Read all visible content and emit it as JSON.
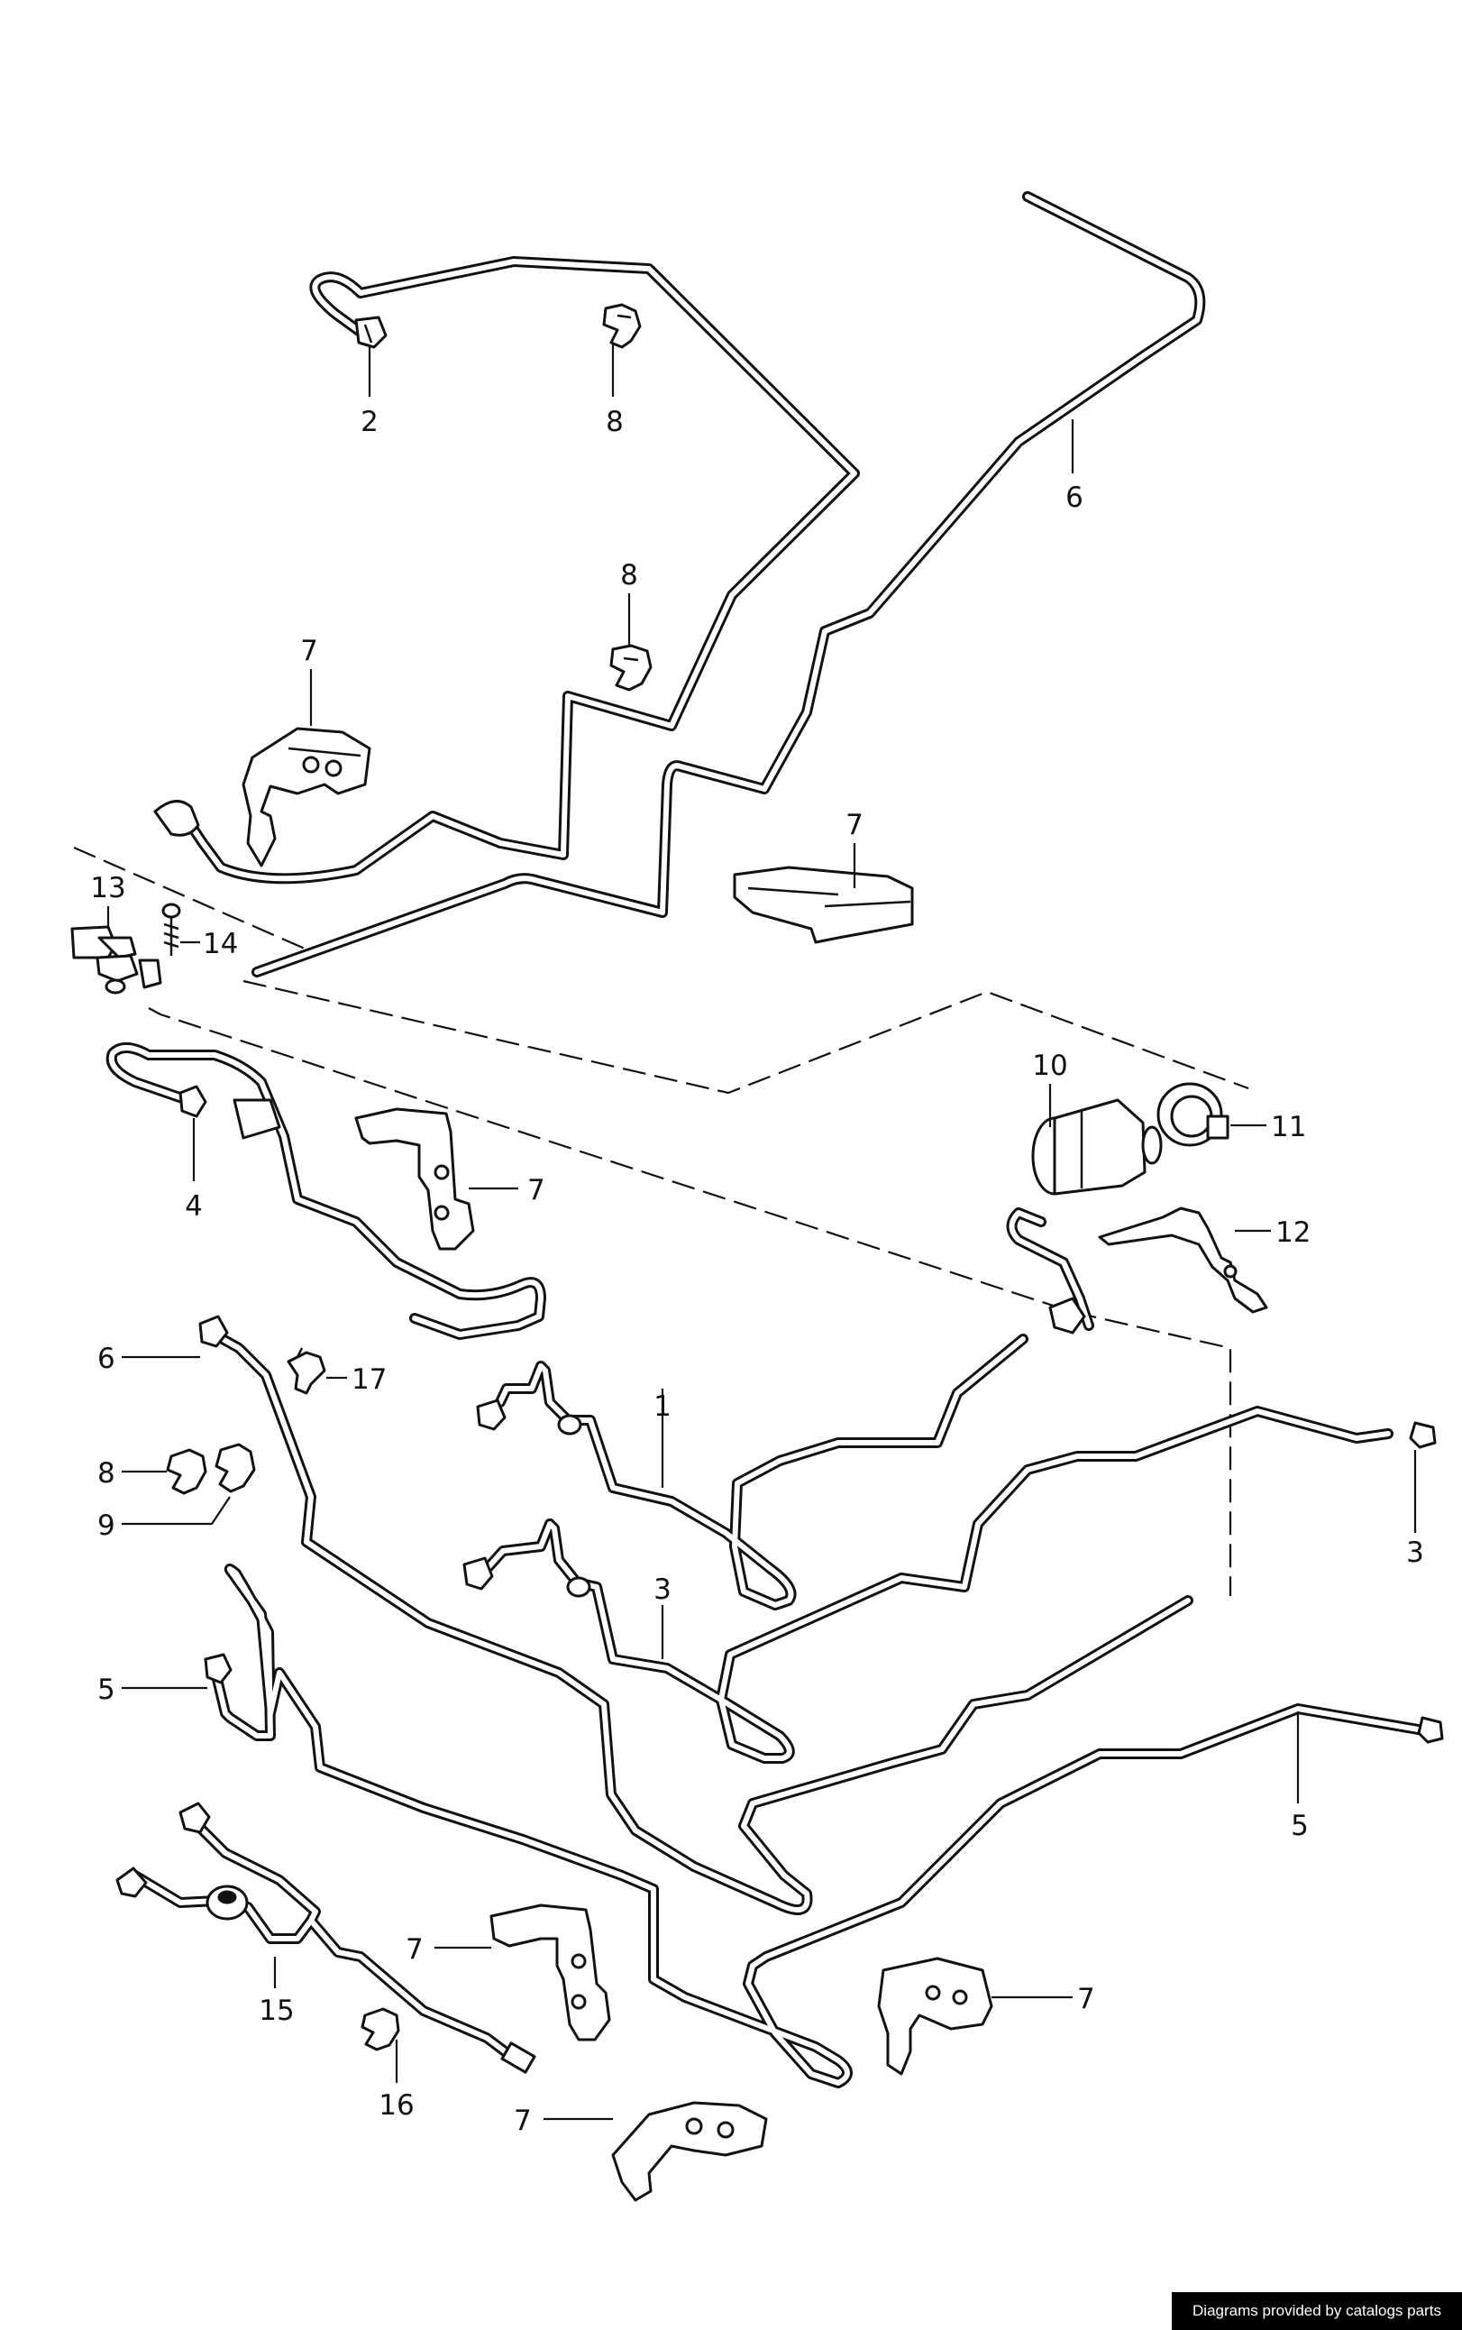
{
  "callouts": {
    "c1": "1",
    "c2": "2",
    "c3a": "3",
    "c3b": "3",
    "c4": "4",
    "c5a": "5",
    "c5b": "5",
    "c6a": "6",
    "c6b": "6",
    "c7a": "7",
    "c7b": "7",
    "c7c": "7",
    "c7d": "7",
    "c7e": "7",
    "c7f": "7",
    "c8a": "8",
    "c8b": "8",
    "c8c": "8",
    "c9": "9",
    "c10": "10",
    "c11": "11",
    "c12": "12",
    "c13": "13",
    "c14": "14",
    "c15": "15",
    "c16": "16",
    "c17": "17"
  },
  "footer": {
    "credit": "Diagrams provided by catalogs parts"
  },
  "colors": {
    "line": "#111111",
    "background": "#ffffff",
    "badge": "#000000"
  }
}
